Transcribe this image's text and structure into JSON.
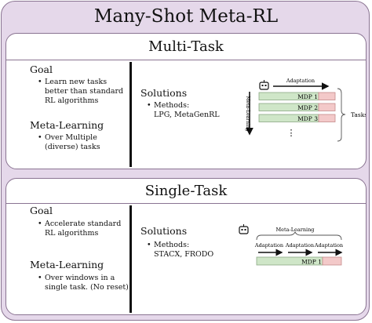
{
  "title": "Many-Shot Meta-RL",
  "multi_task": {
    "title": "Multi-Task",
    "goal_heading": "Goal",
    "goal_lines": [
      "Learn new tasks",
      "better than standard",
      "RL algorithms"
    ],
    "meta_heading": "Meta-Learning",
    "meta_lines": [
      "Over Multiple",
      "(diverse) tasks"
    ],
    "solutions_heading": "Solutions",
    "methods_lines": [
      "Methods:",
      "LPG, MetaGenRL"
    ],
    "diagram": {
      "adaptation_label": "Adaptation",
      "meta_learning_label": "Meta-Learning",
      "mdps": [
        "MDP 1",
        "MDP 2",
        "MDP 3"
      ],
      "ellipsis": "⋮",
      "tasks_label": "Tasks"
    }
  },
  "single_task": {
    "title": "Single-Task",
    "goal_heading": "Goal",
    "goal_lines": [
      "Accelerate standard",
      "RL algorithms"
    ],
    "meta_heading": "Meta-Learning",
    "meta_lines": [
      "Over windows in a",
      "single task. (No reset)"
    ],
    "solutions_heading": "Solutions",
    "methods_lines": [
      "Methods:",
      "STACX, FRODO"
    ],
    "diagram": {
      "meta_learning_label": "Meta-Learning",
      "adaptation_labels": [
        "Adaptation",
        "Adaptation",
        "Adaptation"
      ],
      "mdp": "MDP 1"
    }
  },
  "colors": {
    "outer_bg": "#e5d8ea",
    "border": "#8a7492",
    "green": "#cfe6c8",
    "red": "#f3c9c9"
  }
}
